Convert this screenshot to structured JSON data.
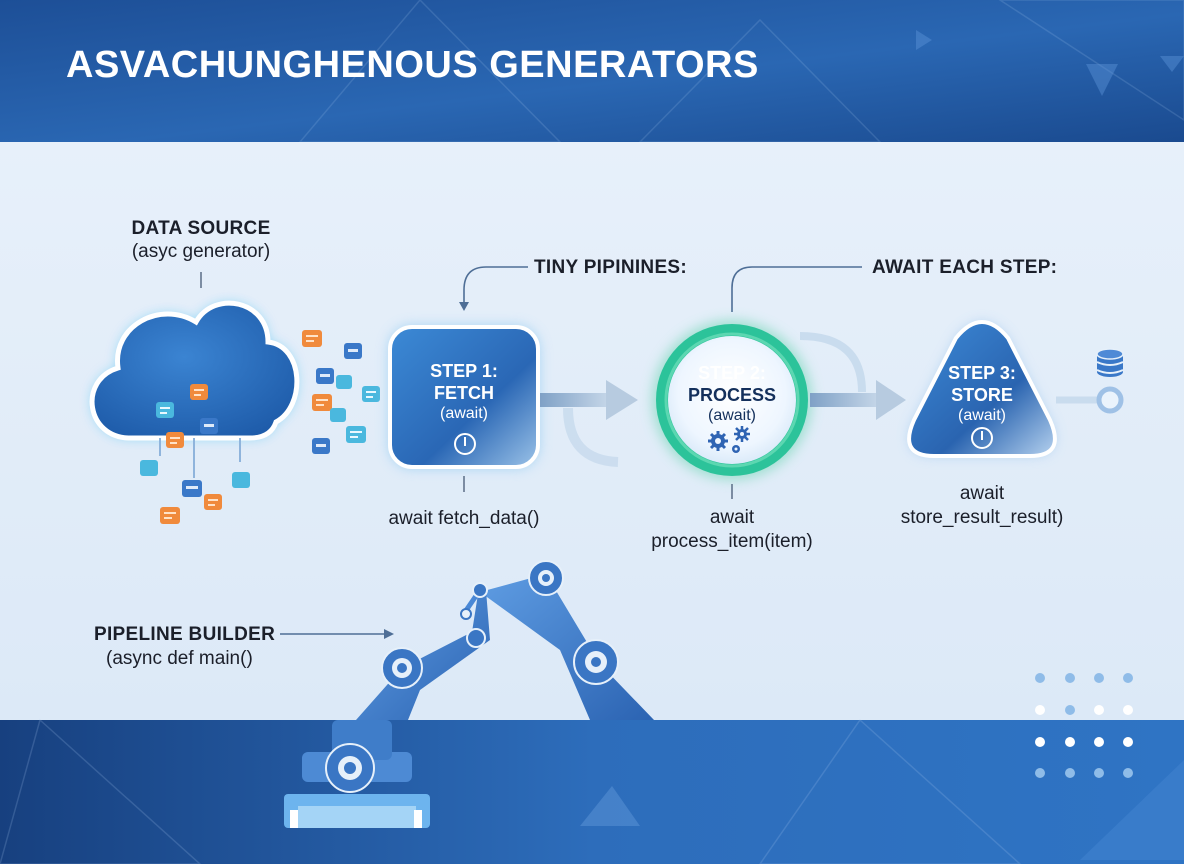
{
  "header": {
    "title": "ASVACHUNGHENOUS GENERATORS"
  },
  "data_source": {
    "title": "DATA SOURCE",
    "subtitle": "(asyc generator)"
  },
  "callouts": {
    "tiny_pipelines": "TINY PIPININES:",
    "await_each_step": "AWAIT EACH STEP:"
  },
  "steps": [
    {
      "title_1": "STEP 1:",
      "title_2": "FETCH",
      "sub": "(await)",
      "code_1": "await fetch_data()",
      "code_2": ""
    },
    {
      "title_1": "STEP 2:",
      "title_2": "PROCESS",
      "sub": "(await)",
      "code_1": "await",
      "code_2": "process_item(item)"
    },
    {
      "title_1": "STEP 3:",
      "title_2": "STORE",
      "sub": "(await)",
      "code_1": "await",
      "code_2": "store_result_result)"
    }
  ],
  "pipeline_builder": {
    "title": "PIPELINE BUILDER",
    "subtitle": "(async def main()"
  },
  "colors": {
    "header_dark": "#14407e",
    "header_mid": "#2a64ad",
    "panel": "#e8f1fb",
    "box_blue": "#2d6fc0",
    "ring_teal": "#2cc39a",
    "arrow": "#9eb6cf",
    "chip_orange": "#f08a3c",
    "chip_cyan": "#4ab8de",
    "chip_blue": "#3a78c8",
    "robot": "#4a88d6"
  },
  "icons": [
    "cloud-icon",
    "power-icon",
    "gears-icon",
    "database-icon",
    "robot-arm-icon"
  ]
}
